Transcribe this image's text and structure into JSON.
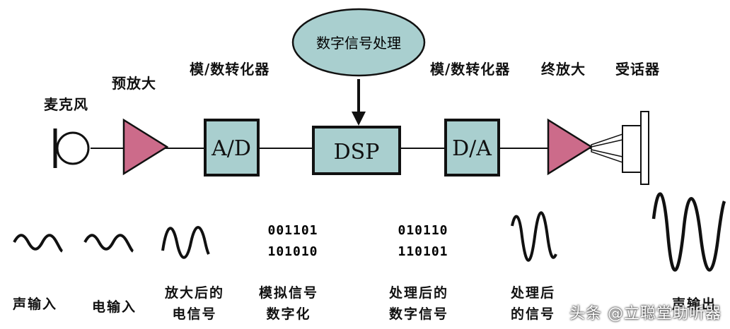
{
  "components": {
    "mic_label": "麦克风",
    "preamp_label": "预放大",
    "ad_label": "模/数转化器",
    "ad_box": "A/D",
    "dsp_cloud": "数字信号处理",
    "dsp_box": "DSP",
    "da_label": "模/数转化器",
    "da_box": "D/A",
    "final_amp_label": "终放大",
    "receiver_label": "受话器"
  },
  "stages": [
    {
      "line1": "声输入",
      "line2": ""
    },
    {
      "line1": "电输入",
      "line2": ""
    },
    {
      "line1": "放大后的",
      "line2": "电信号"
    },
    {
      "line1": "模拟信号",
      "line2": "数字化",
      "bits1": "001101",
      "bits2": "101010"
    },
    {
      "line1": "处理后的",
      "line2": "数字信号",
      "bits1": "010110",
      "bits2": "110101"
    },
    {
      "line1": "处理后",
      "line2": "的信号"
    },
    {
      "line1": "声输出",
      "line2": ""
    }
  ],
  "watermark": "头条 @立聪堂助听器",
  "colors": {
    "box_fill": "#a9cfcf",
    "triangle_fill": "#cc6b8a",
    "cloud_fill": "#a9cfcf",
    "line": "#111111"
  }
}
